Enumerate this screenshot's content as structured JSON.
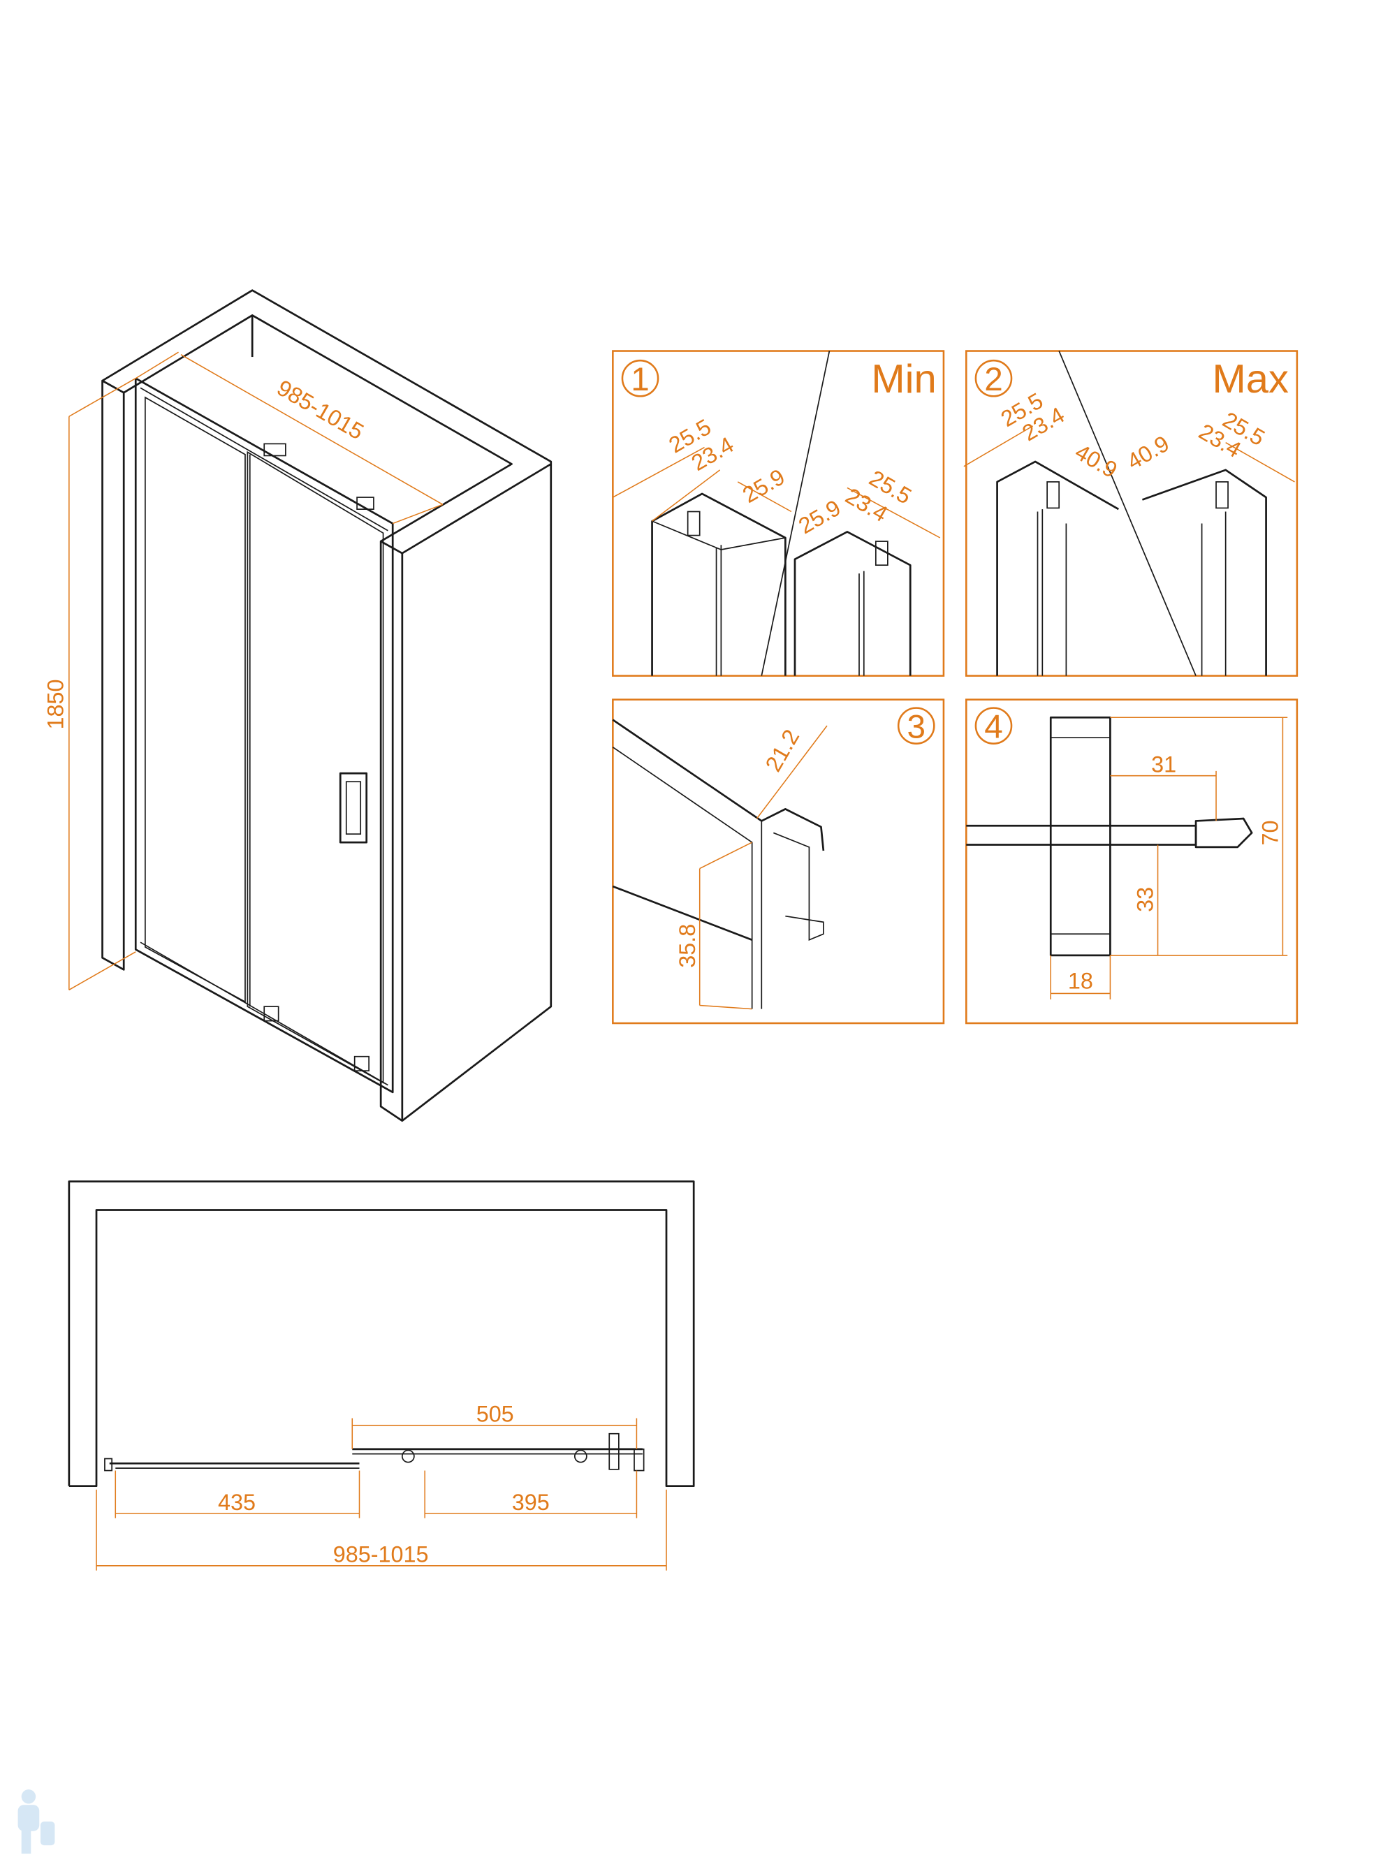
{
  "colors": {
    "accent": "#E07A1A",
    "line": "#1a1a1a"
  },
  "main_view": {
    "width_dim": "985-1015",
    "height_dim": "1850"
  },
  "plan_view": {
    "dim_505": "505",
    "dim_435": "435",
    "dim_395": "395",
    "dim_total": "985-1015"
  },
  "panel1": {
    "number": "1",
    "title": "Min",
    "dims": [
      "25.5",
      "23.4",
      "25.9",
      "25.9",
      "23.4",
      "25.5"
    ]
  },
  "panel2": {
    "number": "2",
    "title": "Max",
    "dims": [
      "25.5",
      "23.4",
      "40.9",
      "40.9",
      "23.4",
      "25.5"
    ]
  },
  "panel3": {
    "number": "3",
    "dims": [
      "21.2",
      "35.8"
    ]
  },
  "panel4": {
    "number": "4",
    "dims": [
      "31",
      "70",
      "33",
      "18"
    ]
  },
  "logo": {
    "icon": "plumber-icon"
  }
}
